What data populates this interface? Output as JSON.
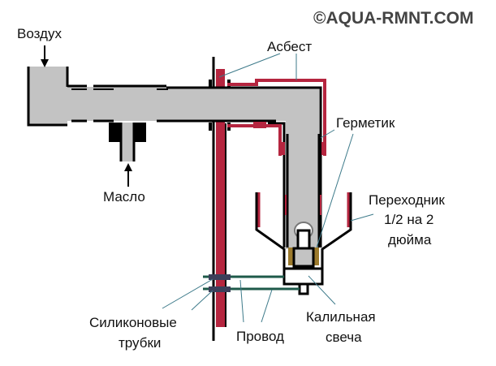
{
  "watermark": "©AQUA-RMNT.COM",
  "colors": {
    "pipe_fill": "#c3c3c3",
    "outline": "#000000",
    "asbestos": "#b5253f",
    "sealant": "#9c7a2c",
    "wire": "#1e5a4a",
    "tube": "#3c3f5a",
    "leader": "#3d7a8a"
  },
  "labels": {
    "air": "Воздух",
    "oil": "Масло",
    "asbestos": "Асбест",
    "sealant": "Герметик",
    "adapter_line1": "Переходник",
    "adapter_line2": "1/2 на 2",
    "adapter_line3": "дюйма",
    "silicone_line1": "Силиконовые",
    "silicone_line2": "трубки",
    "wire": "Провод",
    "glow_plug_line1": "Калильная",
    "glow_plug_line2": "свеча"
  }
}
